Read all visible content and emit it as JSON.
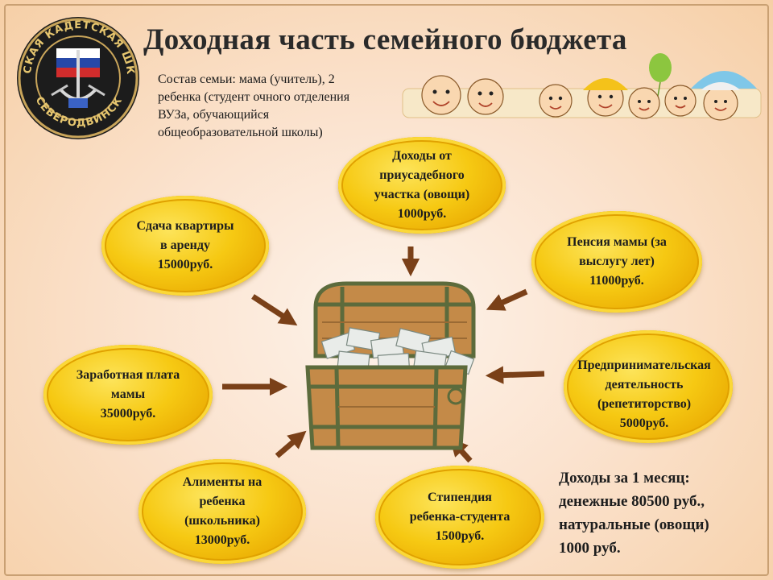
{
  "title": "Доходная часть семейного бюджета",
  "family": [
    "Состав семьи: мама (учитель), 2",
    "ребенка (студент очного отделения",
    "ВУЗа, обучающийся",
    "общеобразовательной школы)"
  ],
  "emblem": {
    "text": "МОРСКАЯ КАДЕТСКАЯ ШКОЛА СЕВЕРОДВИНСК",
    "icon": "anchor-emblem-icon"
  },
  "colors": {
    "coin": "#f6c913",
    "arrow": "#7a4018",
    "chest_wood": "#b07a3c",
    "chest_band": "#5c6b3c"
  },
  "incomes": {
    "garden": [
      "Доходы от",
      "приусадебного",
      "участка (овощи)",
      "1000руб."
    ],
    "rent": [
      "Сдача квартиры",
      "в аренду",
      "15000руб."
    ],
    "pension": [
      "Пенсия мамы (за",
      "выслугу лет)",
      "11000руб."
    ],
    "salary": [
      "Заработная плата",
      "мамы",
      "35000руб."
    ],
    "business": [
      "Предпринимательская",
      "деятельность",
      "(репетиторство)",
      "5000руб."
    ],
    "alimony": [
      "Алименты на",
      "ребенка",
      "(школьника)",
      "13000руб."
    ],
    "stipend": [
      "Стипендия",
      "ребенка-студента",
      "1500руб."
    ]
  },
  "summary": [
    "Доходы за 1 месяц:",
    "денежные 80500 руб.,",
    "натуральные (овощи)",
    "1000 руб."
  ],
  "decor": {
    "children_banner": "children-faces-icon",
    "chest": "treasure-chest-icon"
  }
}
